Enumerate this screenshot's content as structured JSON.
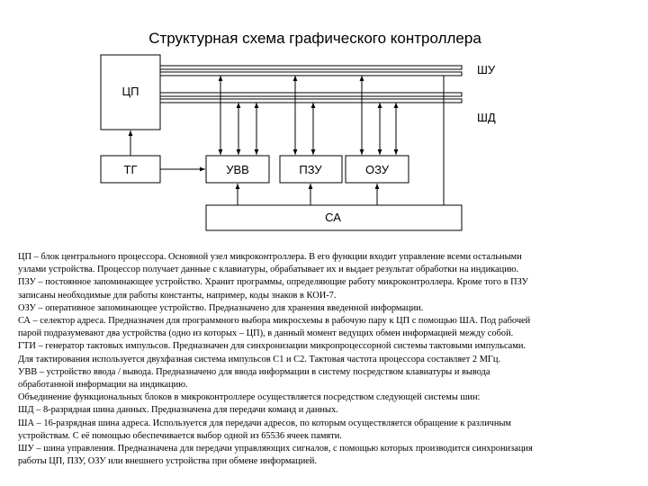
{
  "title": "Структурная схема графического контроллера",
  "blocks": {
    "cpu": "ЦП",
    "clock": "ТГ",
    "io": "УВВ",
    "rom": "ПЗУ",
    "ram": "ОЗУ",
    "selector": "СА"
  },
  "buses": {
    "control": "ШУ",
    "data": "ШД"
  },
  "description_lines": [
    "ЦП – блок центрального процессора. Основной узел микроконтроллера. В его функции входит управление всеми остальными",
    "узлами устройства. Процессор получает данные с клавиатуры, обрабатывает их и выдает результат обработки на индикацию.",
    "ПЗУ – постоянное запоминающее устройство. Хранит программы, определяющие работу микроконтроллера. Кроме того в ПЗУ",
    "записаны необходимые для работы константы, например, коды знаков в КОИ-7.",
    "ОЗУ – оперативное запоминающее устройство. Предназначено для хранения введенной информации.",
    "СА – селектор адреса. Предназначен для программного выбора микросхемы в рабочую пару к ЦП с помощью ША. Под рабочей",
    "парой подразумевают два устройства (одно из которых – ЦП), в данный момент ведущих обмен информацией между собой.",
    "ГТИ – генератор тактовых импульсов. Предназначен для синхронизации микропроцессорной системы тактовыми импульсами.",
    "Для тактирования используется двухфазная система импульсов С1 и С2. Тактовая частота процессора составляет 2 МГц.",
    "УВВ – устройство ввода / вывода. Предназначено для ввода информации в систему посредством клавиатуры и вывода",
    "обработанной информации на индикацию.",
    "Объединение функциональных блоков в микроконтроллере осуществляется посредством следующей системы шин:",
    "ШД – 8-разрядная шина данных. Предназначена для передачи команд и данных.",
    "ША – 16-разрядная шина адреса. Используется для передачи адресов, по которым осуществляется обращение к различным",
    "устройствам. С её помощью обеспечивается выбор одной из 65536 ячеек памяти.",
    "ШУ – шина управления. Предназначена для передачи управляющих сигналов, с помощью которых производится синхронизация",
    "работы ЦП, ПЗУ, ОЗУ или внешнего устройства при обмене информацией."
  ]
}
